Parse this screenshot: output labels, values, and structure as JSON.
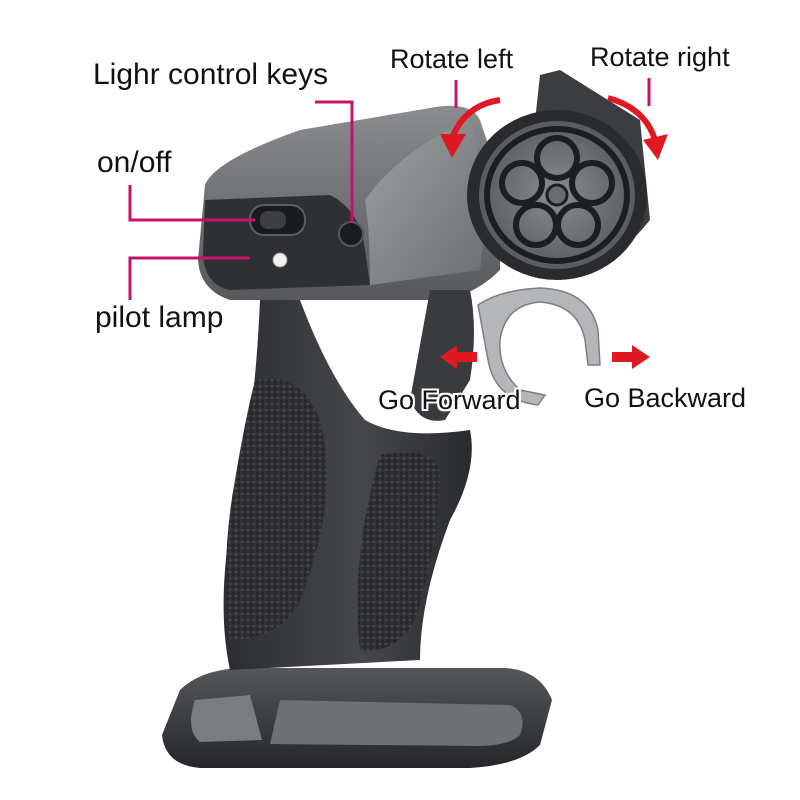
{
  "labels": {
    "light_keys": "Lighr control keys",
    "on_off": "on/off",
    "pilot_lamp": "pilot lamp",
    "rotate_left": "Rotate left",
    "rotate_right": "Rotate right",
    "go_forward": "Go Forward",
    "go_backward": "Go Backward"
  },
  "colors": {
    "leader_line": "#c8126a",
    "direction_arrow": "#e01822",
    "body_dark": "#3a3b3e",
    "body_mid": "#6e7074",
    "body_light": "#9c9ea2"
  }
}
